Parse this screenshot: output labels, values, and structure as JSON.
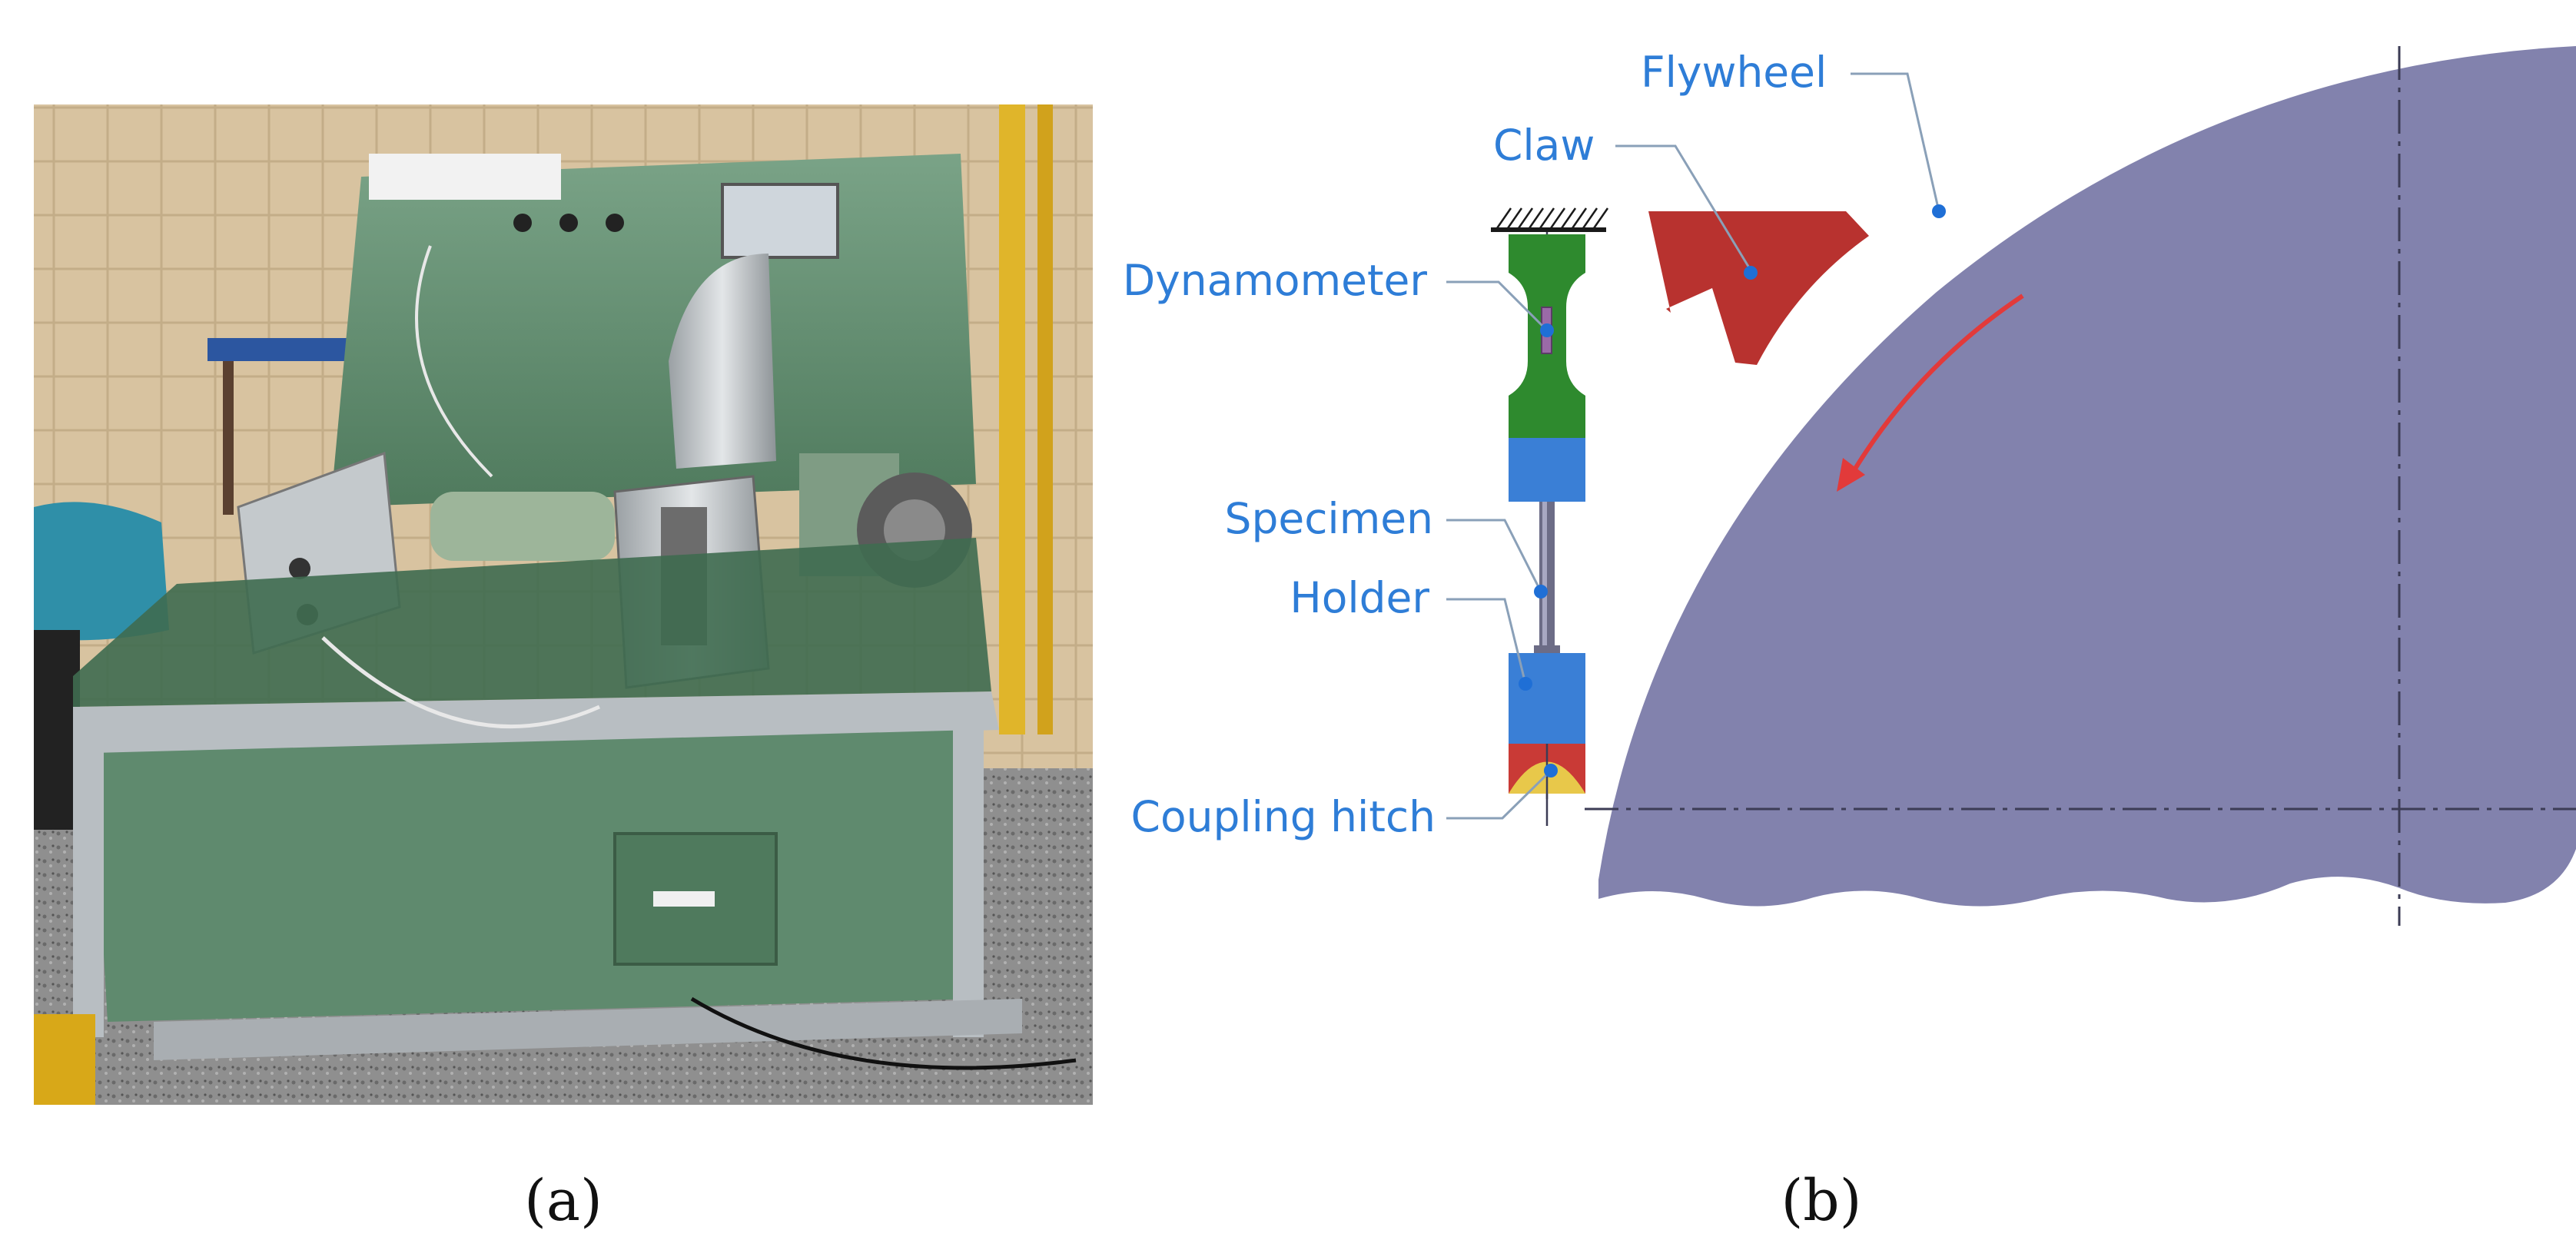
{
  "panels": {
    "a": {
      "caption": "(a)"
    },
    "b": {
      "caption": "(b)"
    }
  },
  "diagram": {
    "labels": {
      "flywheel": "Flywheel",
      "claw": "Claw",
      "dynamometer": "Dynamometer",
      "specimen": "Specimen",
      "holder": "Holder",
      "coupling_hitch": "Coupling hitch"
    },
    "colors": {
      "label_text": "#2e7dd7",
      "leader_line": "#8aa0b8",
      "pointer_dot": "#1f6fd6",
      "flywheel": "#8282ad",
      "claw": "#b8322f",
      "dynamometer": "#2e8a2e",
      "holder": "#3a7fd6",
      "coupling_hitch_red": "#c93a36",
      "coupling_hitch_yellow": "#e8c84a",
      "rotation_arrow": "#e23a3a",
      "machine_green": "#5f8a6e"
    }
  }
}
